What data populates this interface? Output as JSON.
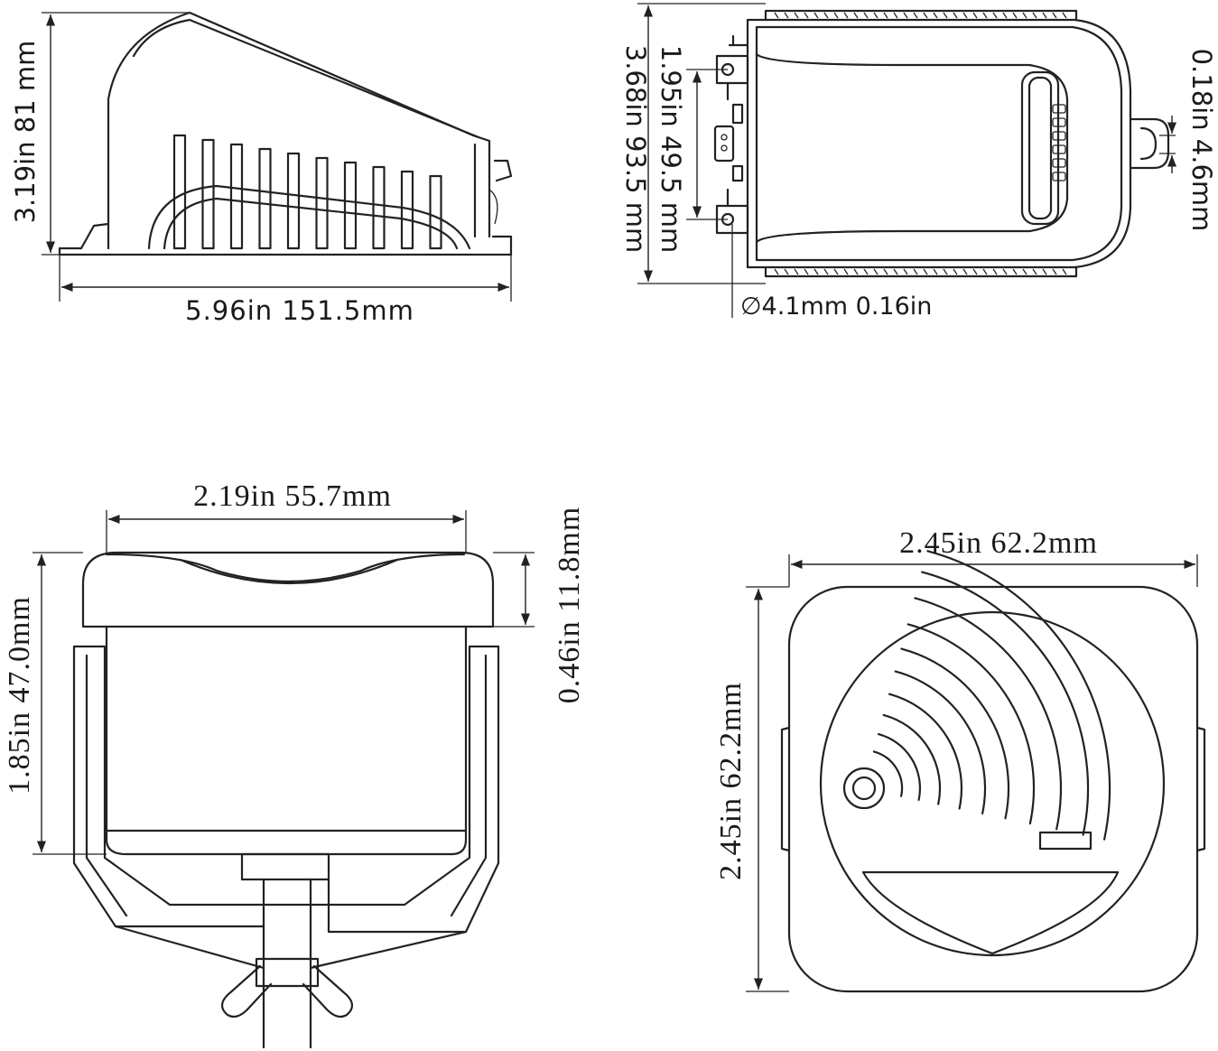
{
  "side_view": {
    "height_label": "3.19in 81 mm",
    "length_label": "5.96in 151.5mm"
  },
  "top_view": {
    "total_width_label": "3.68in 93.5 mm",
    "hole_spacing_label": "1.95in 49.5 mm",
    "hole_diameter_label": "∅4.1mm 0.16in",
    "outlet_label": "0.18in 4.6mm"
  },
  "front_view": {
    "width_label": "2.19in 55.7mm",
    "height_label": "1.85in 47.0mm",
    "cap_label": "0.46in 11.8mm"
  },
  "bottom_view": {
    "width_label": "2.45in 62.2mm",
    "height_label": "2.45in 62.2mm"
  },
  "colors": {
    "line": "#222222",
    "background": "#ffffff"
  }
}
